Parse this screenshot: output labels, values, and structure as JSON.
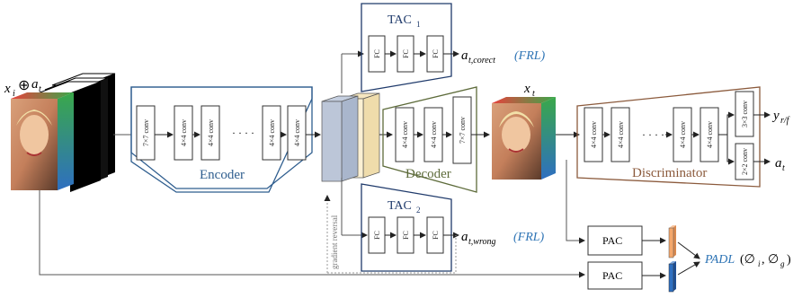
{
  "input": {
    "label_x": "x",
    "label_sub": "i",
    "label_op": "⊕",
    "label_a": "a",
    "label_a_sub": "t"
  },
  "encoder": {
    "label": "Encoder",
    "layers": [
      "7×7 conv",
      "4×4 conv",
      "4×4 conv",
      "4×4 conv",
      "4×4 conv"
    ],
    "ellipsis": "· · · ·"
  },
  "decoder": {
    "label": "Decoder",
    "layers": [
      "4×4 conv",
      "4×4 conv",
      "7×7 conv"
    ]
  },
  "tac1": {
    "title": "TAC",
    "title_sub": "1",
    "layers": [
      "FC",
      "FC",
      "FC"
    ],
    "output_main": "a",
    "output_sub": "t,corect",
    "output_tag": "(FRL)"
  },
  "tac2": {
    "title": "TAC",
    "title_sub": "2",
    "layers": [
      "FC",
      "FC",
      "FC"
    ],
    "output_main": "a",
    "output_sub": "t,wrong",
    "output_tag": "(FRL)"
  },
  "gradient_reversal": "gradient reversal",
  "generated": {
    "label_x": "x",
    "label_sub": "t"
  },
  "discriminator": {
    "label": "Discriminator",
    "layers": [
      "4×4 conv",
      "4×4 conv",
      "4×4 conv",
      "4×4 conv"
    ],
    "ellipsis": "· · · ·",
    "head_top": "3×3 conv",
    "head_bottom": "2×2 conv",
    "out_top_main": "y",
    "out_top_sub": "r/f",
    "out_bottom_main": "a",
    "out_bottom_sub": "t"
  },
  "pac": {
    "top": "PAC",
    "bottom": "PAC"
  },
  "padl": {
    "label": "PADL",
    "args": "(∅",
    "arg1_sub": "i",
    "sep": ", ∅",
    "arg2_sub": "g",
    "close": ")"
  },
  "colors": {
    "encoder": "#2e5d8e",
    "decoder": "#5d6b3a",
    "discriminator": "#8b5a3c",
    "tac": "#1f3a6b",
    "frl": "#2e74b5",
    "pac_top_bar": "#f4a76b",
    "pac_bottom_bar": "#2e6fc1"
  }
}
